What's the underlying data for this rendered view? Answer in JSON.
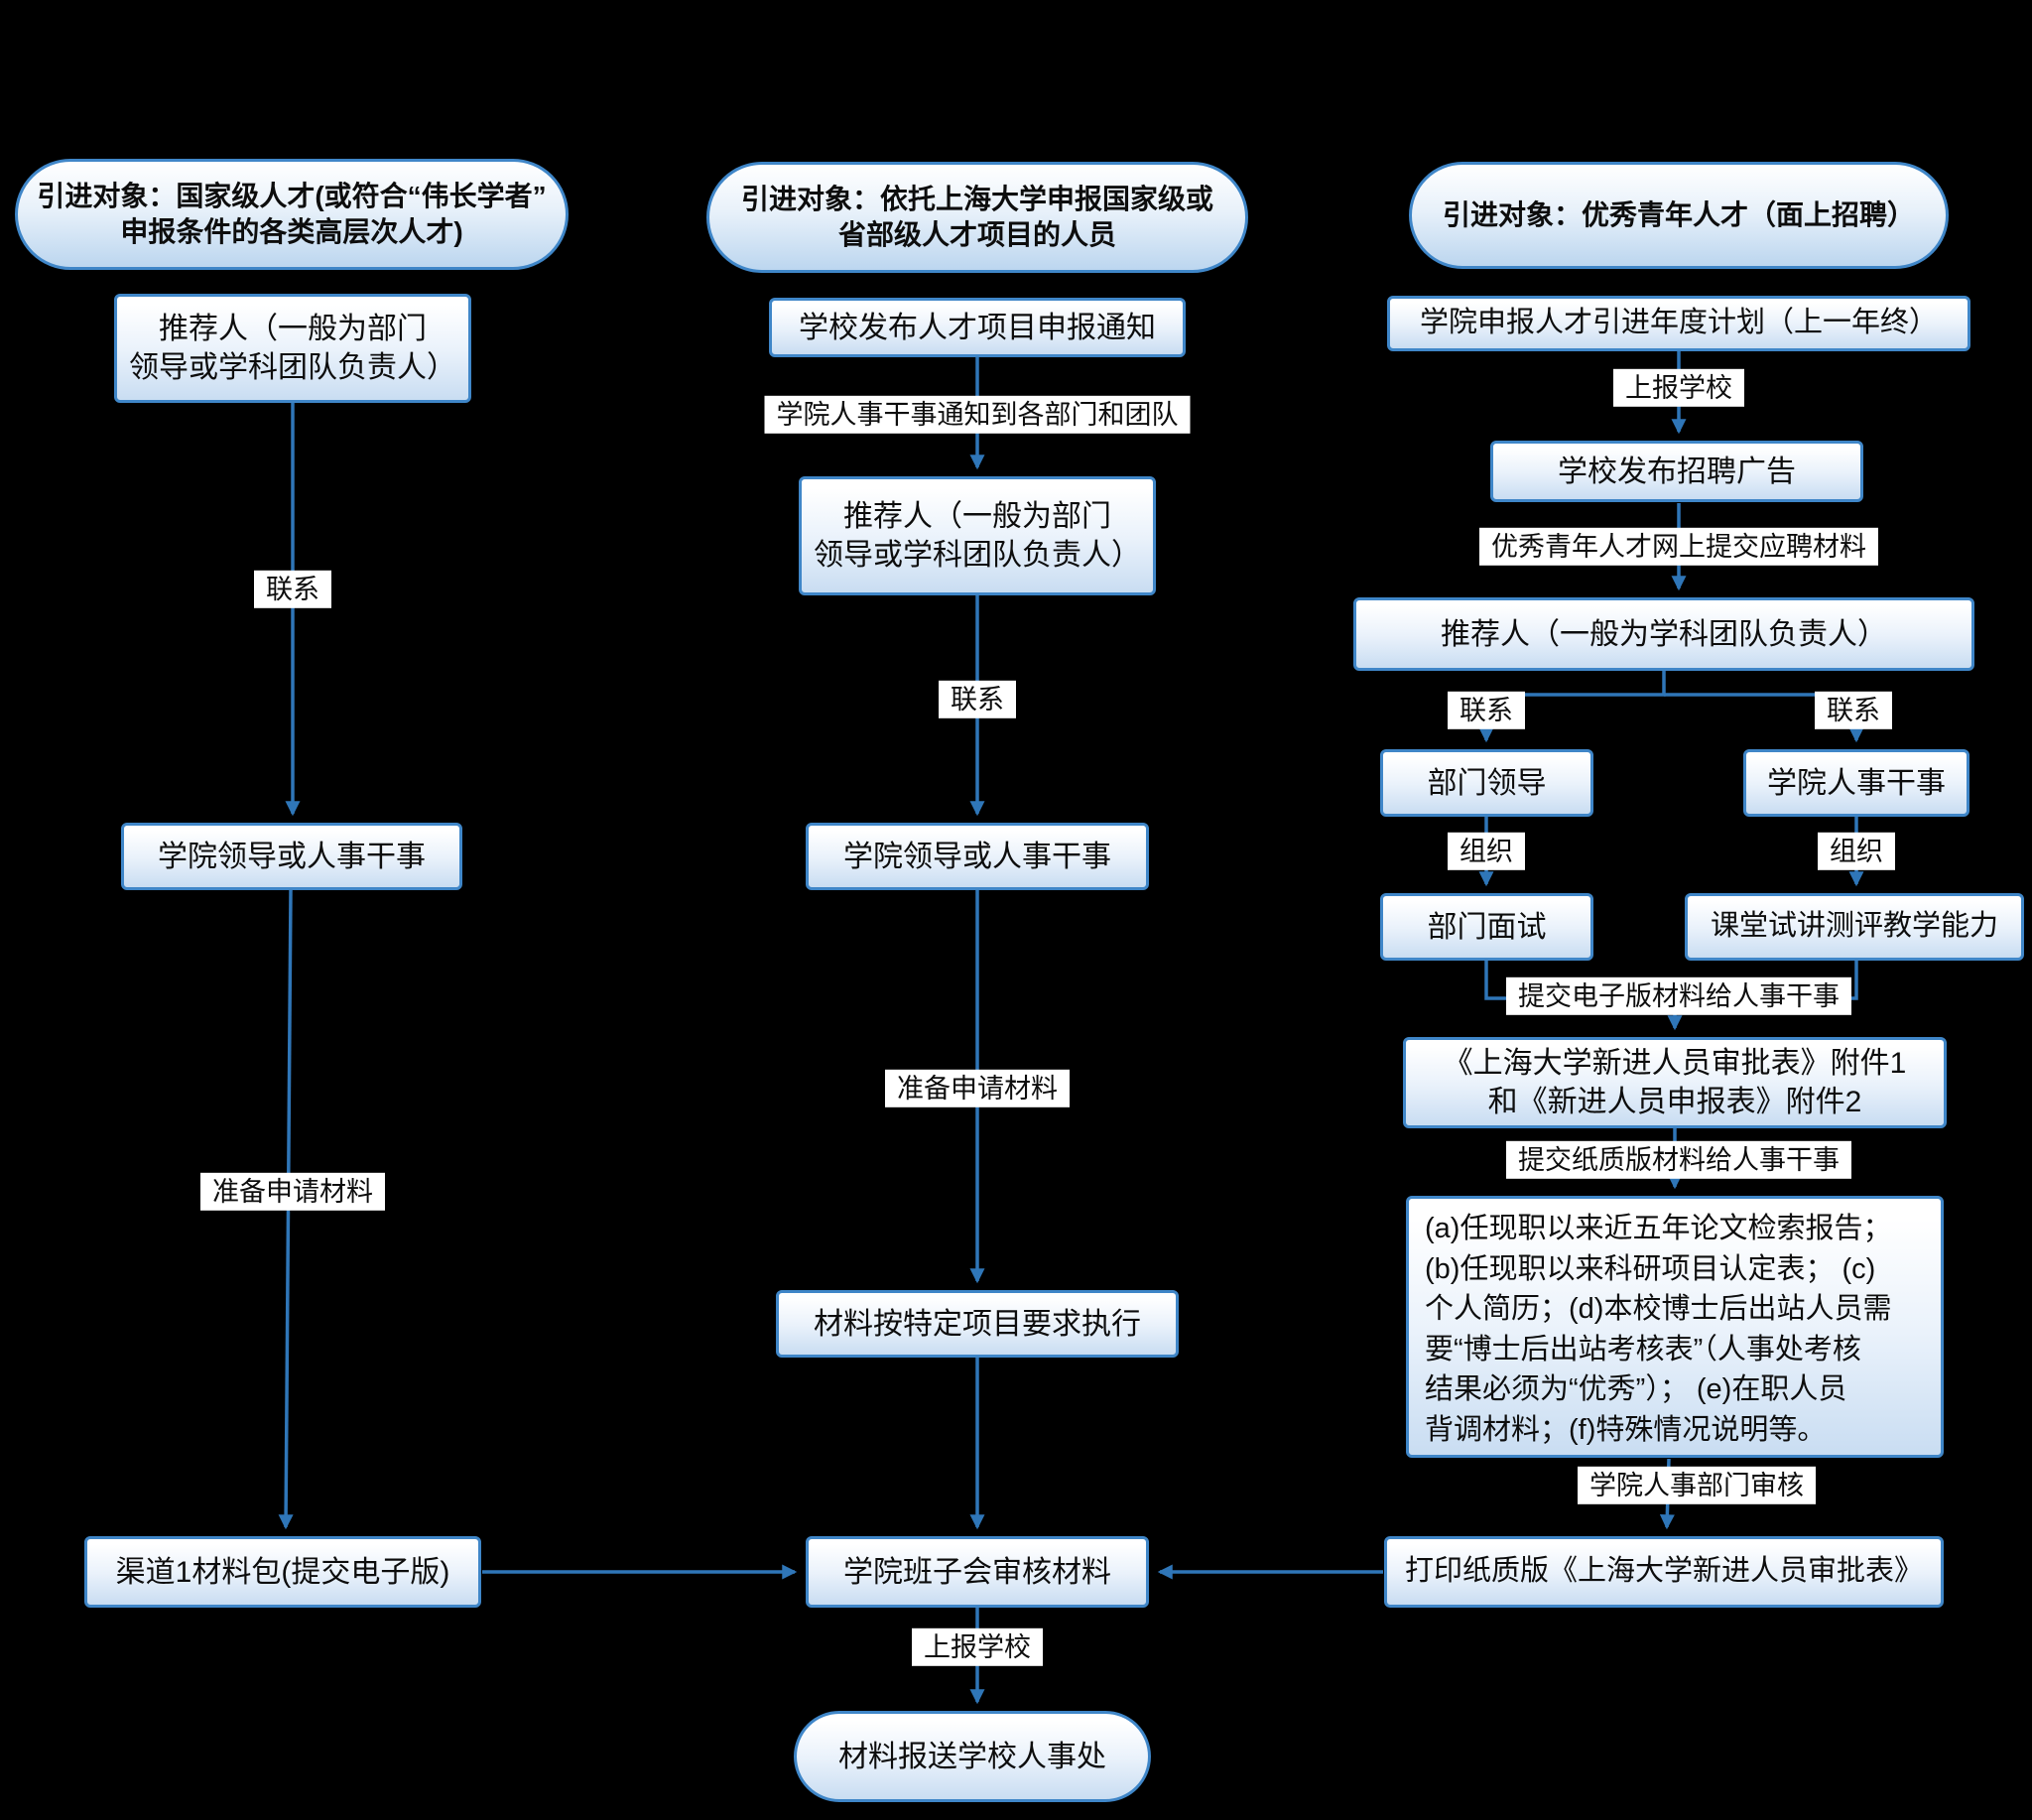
{
  "colors": {
    "background": "#000000",
    "node_border": "#3f86c8",
    "node_fill_top": "#ffffff",
    "node_fill_bottom": "#c9ddf2",
    "arrow": "#2f76b8",
    "edge_label_bg": "#ffffff",
    "text": "#0d0d0d"
  },
  "flow1": {
    "header": "引进对象：国家级人才(或符合“伟长学者”\n申报条件的各类高层次人才)",
    "nodes": {
      "recommender": "推荐人（一般为部门\n领导或学科团队负责人）",
      "leader": "学院领导或人事干事",
      "package": "渠道1材料包(提交电子版)"
    },
    "edges": {
      "contact": "联系",
      "prepare": "准备申请材料"
    }
  },
  "flow2": {
    "header": "引进对象：依托上海大学申报国家级或\n省部级人才项目的人员",
    "nodes": {
      "notice": "学校发布人才项目申报通知",
      "recommender": "推荐人（一般为部门\n领导或学科团队负责人）",
      "leader": "学院领导或人事干事",
      "materials": "材料按特定项目要求执行",
      "review": "学院班子会审核材料",
      "hr_office": "材料报送学校人事处"
    },
    "edges": {
      "notify": "学院人事干事通知到各部门和团队",
      "contact": "联系",
      "prepare": "准备申请材料",
      "submit": "上报学校"
    }
  },
  "flow3": {
    "header": "引进对象：优秀青年人才（面上招聘）",
    "nodes": {
      "annual_plan": "学院申报人才引进年度计划（上一年终）",
      "ad": "学校发布招聘广告",
      "recommender": "推荐人（一般为学科团队负责人）",
      "dept_leader": "部门领导",
      "hr_clerk": "学院人事干事",
      "dept_interview": "部门面试",
      "teaching_test": "课堂试讲测评教学能力",
      "approval_forms": "《上海大学新进人员审批表》附件1\n和《新进人员申报表》附件2",
      "materials_list": "(a)任现职以来近五年论文检索报告；\n(b)任现职以来科研项目认定表；  (c)\n个人简历；(d)本校博士后出站人员需\n要“博士后出站考核表”（人事处考核\n结果必须为“优秀”）；  (e)在职人员\n背调材料；(f)特殊情况说明等。",
      "print_form": "打印纸质版《上海大学新进人员审批表》"
    },
    "edges": {
      "report": "上报学校",
      "apply": "优秀青年人才网上提交应聘材料",
      "contact_left": "联系",
      "contact_right": "联系",
      "organize_left": "组织",
      "organize_right": "组织",
      "submit_electronic": "提交电子版材料给人事干事",
      "submit_paper": "提交纸质版材料给人事干事",
      "hr_review": "学院人事部门审核"
    }
  }
}
